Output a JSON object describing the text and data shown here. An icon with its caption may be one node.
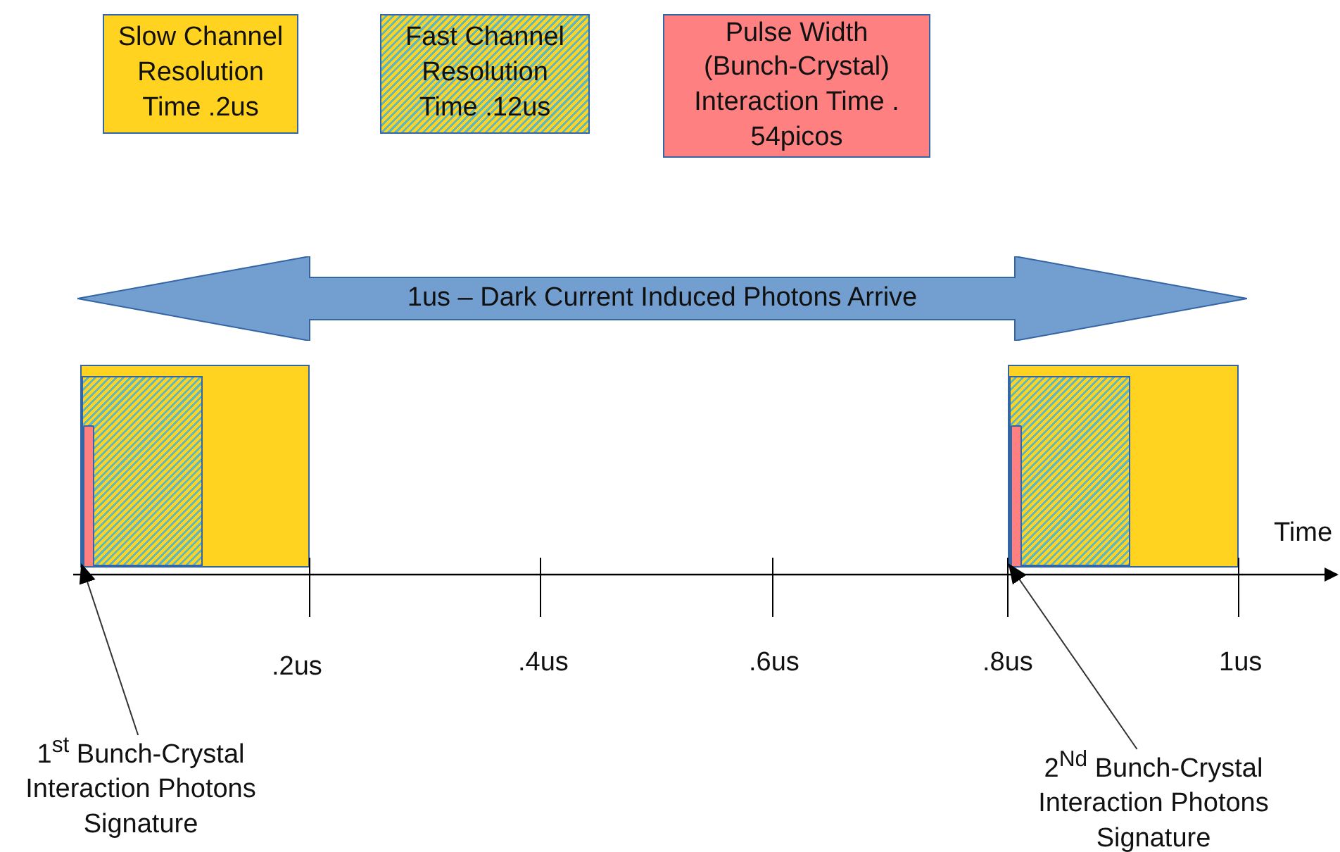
{
  "diagram": {
    "nodes": [
      {
        "text": [
          "Slow Channel Resolution Time .2us"
        ]
      },
      {
        "text": [
          "Fast Channel Resolution Time .12us"
        ]
      },
      {
        "text": [
          "Pulse Width (Bunch-Crystal) Interaction Time . 54picos"
        ]
      },
      {
        "text": [
          "1us – Dark Current Induced Photons Arrive"
        ]
      },
      {
        "text": [],
        "shape": "box"
      },
      {
        "text": [],
        "shape": "box",
        "in": 4
      },
      {
        "text": [],
        "shape": "bar",
        "in": 5
      },
      {
        "text": [],
        "shape": "box"
      },
      {
        "text": [],
        "shape": "box",
        "in": 7
      },
      {
        "text": [],
        "shape": "bar",
        "in": 8
      },
      {
        "text": [
          "1$^{st}$ Bunch-Crystal Interaction Photons Signature"
        ]
      },
      {
        "text": [
          "2$^{Nd}$ Bunch-Crystal Interaction Photons Signature"
        ]
      }
    ],
    "edges": [
      {
        "from": 10,
        "to": 6,
        "arrow": "to"
      },
      {
        "from": 11,
        "to": 9,
        "arrow": "to"
      }
    ],
    "labels": [
      "Time",
      ".2us",
      ".4us",
      ".6us",
      ".8us",
      "1us"
    ]
  }
}
